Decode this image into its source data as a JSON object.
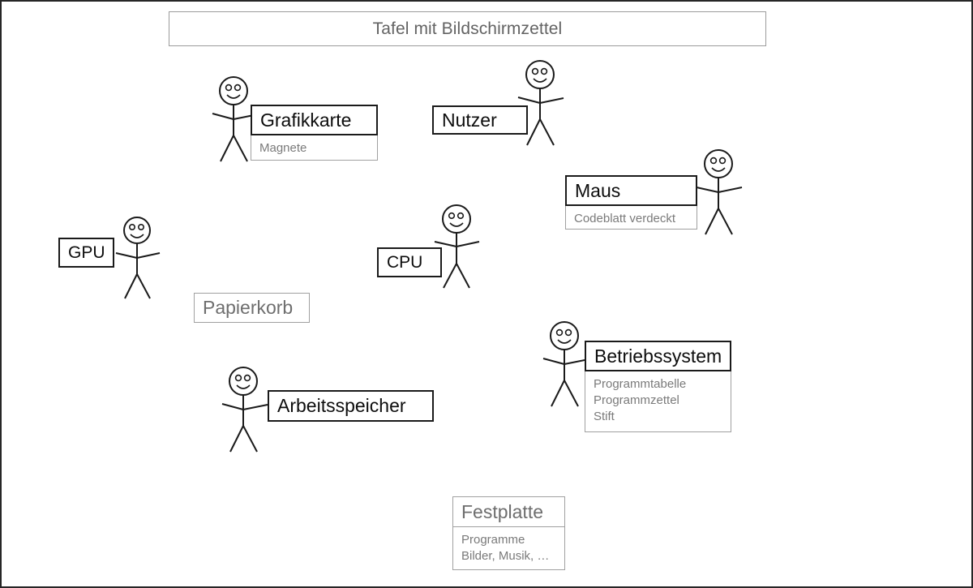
{
  "page": {
    "title": "Tafel mit Bildschirmzettel",
    "background_color": "#ffffff",
    "border_color": "#262626",
    "accent_text_color": "#636363",
    "muted_color": "#7a7a7a",
    "ink_color": "#0d0d0d"
  },
  "banner": {
    "text": "Tafel mit Bildschirmzettel"
  },
  "cards": [
    {
      "id": "grafikkarte",
      "title": "Grafikkarte",
      "body": [
        "Magnete"
      ],
      "style": "dark",
      "has_figure": true,
      "figure_side": "left"
    },
    {
      "id": "nutzer",
      "title": "Nutzer",
      "body": [],
      "style": "dark",
      "has_figure": true,
      "figure_side": "right"
    },
    {
      "id": "maus",
      "title": "Maus",
      "body": [
        "Codeblatt verdeckt"
      ],
      "style": "dark",
      "has_figure": true,
      "figure_side": "right"
    },
    {
      "id": "gpu",
      "title": "GPU",
      "body": [],
      "style": "dark",
      "has_figure": true,
      "figure_side": "right"
    },
    {
      "id": "cpu",
      "title": "CPU",
      "body": [],
      "style": "dark",
      "has_figure": true,
      "figure_side": "right"
    },
    {
      "id": "papierkorb",
      "title": "Papierkorb",
      "body": [],
      "style": "muted",
      "has_figure": false,
      "figure_side": "none"
    },
    {
      "id": "betriebssystem",
      "title": "Betriebssystem",
      "body": [
        "Programmtabelle",
        "Programmzettel",
        "Stift"
      ],
      "style": "dark",
      "has_figure": true,
      "figure_side": "left"
    },
    {
      "id": "arbeitsspeicher",
      "title": "Arbeitsspeicher",
      "body": [],
      "style": "dark",
      "has_figure": true,
      "figure_side": "left"
    },
    {
      "id": "festplatte",
      "title": "Festplatte",
      "body": [
        "Programme",
        "Bilder, Musik, …"
      ],
      "style": "muted",
      "has_figure": false,
      "figure_side": "none"
    }
  ],
  "figures": {
    "count": 7,
    "description": "stick figure with smiling face"
  }
}
